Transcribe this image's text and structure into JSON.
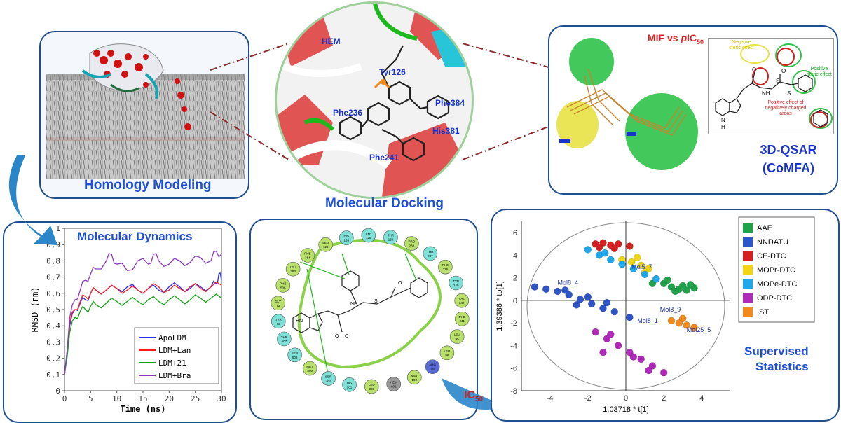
{
  "homology": {
    "title": "Homology Modeling"
  },
  "docking": {
    "title": "Molecular Docking",
    "labels": {
      "hem": "HEM",
      "tyr126": "Tyr126",
      "phe236": "Phe236",
      "phe384": "Phe384",
      "his381": "His381",
      "phe241": "Phe241"
    }
  },
  "mif": {
    "title_main": "MIF vs ",
    "title_p": "p",
    "title_ic": "IC",
    "title_sub": "50",
    "subtitle1": "3D-QSAR",
    "subtitle2": "(CoMFA)",
    "inset": {
      "neg_steric": "Negative steric effect",
      "pos_steric": "Positive steric effect",
      "pos_effect": "Positive effect of negatively charged areas",
      "atom_o": "O",
      "atom_nh": "NH",
      "atom_s": "S",
      "atom_h": "H",
      "atom_n": "N",
      "atom_o2": "O",
      "atom_s2": "S"
    }
  },
  "md": {
    "title": "Molecular Dynamics",
    "chart_data": {
      "type": "line",
      "xlabel": "Time (ns)",
      "ylabel": "RMSD (nm)",
      "xlim": [
        0,
        30
      ],
      "ylim": [
        0,
        1.0
      ],
      "xticks": [
        "0",
        "5",
        "10",
        "15",
        "20",
        "25",
        "30"
      ],
      "yticks": [
        "0",
        "0,1",
        "0,2",
        "0,3",
        "0,4",
        "0,5",
        "0,6",
        "0,7",
        "0,8",
        "0,9",
        "1"
      ],
      "series": [
        {
          "name": "ApoLDM",
          "color": "#2b2bff",
          "x": [
            0,
            1,
            2,
            3,
            4,
            5,
            6,
            8,
            10,
            12,
            14,
            16,
            18,
            20,
            22,
            24,
            26,
            28,
            29,
            29.5,
            30
          ],
          "y": [
            0.1,
            0.4,
            0.5,
            0.54,
            0.56,
            0.6,
            0.62,
            0.62,
            0.63,
            0.64,
            0.62,
            0.63,
            0.62,
            0.64,
            0.64,
            0.63,
            0.64,
            0.64,
            0.66,
            0.72,
            0.68
          ]
        },
        {
          "name": "LDM+Lan",
          "color": "#ff1a1a",
          "x": [
            0,
            1,
            2,
            3,
            4,
            5,
            6,
            8,
            10,
            12,
            14,
            16,
            18,
            20,
            22,
            24,
            26,
            28,
            30
          ],
          "y": [
            0.1,
            0.42,
            0.5,
            0.55,
            0.58,
            0.6,
            0.62,
            0.62,
            0.63,
            0.62,
            0.62,
            0.63,
            0.64,
            0.62,
            0.63,
            0.64,
            0.63,
            0.64,
            0.65
          ]
        },
        {
          "name": "LDM+21",
          "color": "#12a312",
          "x": [
            0,
            1,
            2,
            3,
            4,
            5,
            6,
            8,
            10,
            12,
            14,
            16,
            18,
            20,
            22,
            24,
            26,
            28,
            30
          ],
          "y": [
            0.1,
            0.36,
            0.45,
            0.49,
            0.5,
            0.52,
            0.53,
            0.54,
            0.55,
            0.55,
            0.55,
            0.56,
            0.55,
            0.56,
            0.56,
            0.56,
            0.57,
            0.57,
            0.57
          ]
        },
        {
          "name": "LDM+Bra",
          "color": "#8a3ac2",
          "x": [
            0,
            1,
            2,
            3,
            4,
            5,
            6,
            8,
            9,
            10,
            12,
            14,
            16,
            17,
            18,
            20,
            22,
            24,
            26,
            28,
            29,
            30
          ],
          "y": [
            0.1,
            0.45,
            0.56,
            0.62,
            0.68,
            0.72,
            0.75,
            0.8,
            0.84,
            0.78,
            0.74,
            0.8,
            0.78,
            0.84,
            0.8,
            0.78,
            0.8,
            0.79,
            0.82,
            0.8,
            0.86,
            0.84
          ]
        }
      ]
    }
  },
  "ligand": {
    "residues": [
      "LEU 129",
      "HIS 128",
      "TYR 126",
      "THR 130",
      "PRO 238",
      "THR 237",
      "PHE 236",
      "TYR 140",
      "VAL 242",
      "PHE 241",
      "LEU 95",
      "LEU 96",
      "ARG 99",
      "MET 100",
      "HEM 601",
      "LEU 380",
      "HIS 381",
      "SER 382",
      "MET 509",
      "SER 508",
      "THR 507",
      "TYR 72",
      "GLY 73",
      "PHE 506",
      "LEU 383",
      "PHE 384"
    ],
    "atoms": {
      "hn": "HN",
      "s": "S",
      "o1": "O",
      "o2": "O",
      "o3": "O",
      "nh": "NH"
    }
  },
  "ic50": {
    "ic": "IC",
    "sub": "50"
  },
  "stats": {
    "title1": "Supervised",
    "title2": "Statistics",
    "chart_data": {
      "type": "scatter",
      "xlabel": "1,03718 * t[1]",
      "ylabel": "1,39386 * to[1]",
      "xlim": [
        -5.5,
        5.5
      ],
      "ylim": [
        -8,
        7
      ],
      "xticks": [
        "-4",
        "-2",
        "0",
        "2",
        "4"
      ],
      "yticks": [
        "-8",
        "-6",
        "-4",
        "-2",
        "0",
        "2",
        "4",
        "6"
      ],
      "series": [
        {
          "name": "AAE",
          "color": "#1ea24a",
          "x": [
            1.6,
            2.0,
            2.4,
            2.8,
            3.2,
            3.6,
            2.2,
            3.0,
            1.4,
            2.6,
            3.4
          ],
          "y": [
            1.9,
            1.5,
            1.2,
            1.0,
            0.9,
            1.1,
            1.8,
            1.3,
            1.5,
            0.8,
            1.4
          ]
        },
        {
          "name": "NNDATU",
          "color": "#2e55c8",
          "x": [
            -4.8,
            -4.2,
            -3.6,
            -3.0,
            -2.4,
            -1.8,
            -1.2,
            -0.6,
            0.2,
            -2.0,
            -3.2,
            -1.0,
            -2.6
          ],
          "y": [
            1.2,
            1.0,
            0.8,
            0.5,
            0.1,
            -0.3,
            -0.7,
            -1.0,
            -1.5,
            0.3,
            0.9,
            -0.2,
            -0.4
          ]
        },
        {
          "name": "CE-DTC",
          "color": "#d42020",
          "x": [
            -1.6,
            -1.2,
            -0.8,
            -0.4,
            0.2,
            -1.4,
            -0.6
          ],
          "y": [
            5.0,
            5.1,
            4.9,
            5.0,
            4.8,
            4.7,
            4.6
          ]
        },
        {
          "name": "MOPr-DTC",
          "color": "#f0d510",
          "x": [
            -0.2,
            0.3,
            0.8,
            1.2,
            0.6,
            1.0
          ],
          "y": [
            3.6,
            3.4,
            3.1,
            2.8,
            3.8,
            2.5
          ]
        },
        {
          "name": "MOPe-DTC",
          "color": "#21a8ea",
          "x": [
            -2.0,
            -1.4,
            -0.8,
            -0.2,
            0.4,
            1.0,
            1.6,
            -1.1
          ],
          "y": [
            4.5,
            4.0,
            3.6,
            3.2,
            2.8,
            2.3,
            1.9,
            4.2
          ]
        },
        {
          "name": "ODP-DTC",
          "color": "#b02aba",
          "x": [
            -1.6,
            -1.0,
            -0.4,
            0.2,
            0.8,
            1.4,
            2.0,
            -0.8,
            0.4,
            1.2,
            -1.2
          ],
          "y": [
            -2.8,
            -3.4,
            -4.0,
            -4.6,
            -5.2,
            -5.8,
            -6.4,
            -3.0,
            -5.0,
            -6.2,
            -4.6
          ]
        },
        {
          "name": "IST",
          "color": "#f08a1c",
          "x": [
            2.4,
            2.8,
            3.2,
            3.6,
            3.0
          ],
          "y": [
            -1.8,
            -2.0,
            -2.2,
            -2.4,
            -1.6
          ]
        }
      ],
      "point_labels": [
        "Mol8_9",
        "Mol8_1",
        "Mol8_4",
        "Mol5_7",
        "Mol25_5"
      ]
    }
  }
}
